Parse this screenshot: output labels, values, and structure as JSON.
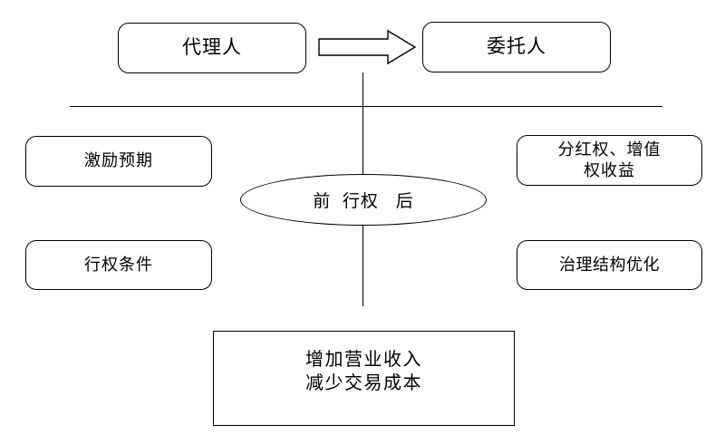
{
  "diagram": {
    "type": "flow-diagram",
    "language": "zh-CN",
    "background_color": "#ffffff",
    "line_color": "#000000",
    "text_color": "#000000",
    "nodes": {
      "agent": {
        "label": "代理人",
        "shape": "rounded-rectangle"
      },
      "principal": {
        "label": "委托人",
        "shape": "rounded-rectangle"
      },
      "incentive_expectation": {
        "label": "激励预期",
        "shape": "rounded-rectangle"
      },
      "dividend_appreciation": {
        "label": "分红权、增值\n权收益",
        "shape": "rounded-rectangle"
      },
      "exercise_conditions": {
        "label": "行权条件",
        "shape": "rounded-rectangle"
      },
      "governance_optimization": {
        "label": "治理结构优化",
        "shape": "rounded-rectangle"
      },
      "timeline_oval": {
        "label": "前  行权   后",
        "shape": "ellipse"
      },
      "outcome": {
        "label": "增加营业收入\n减少交易成本",
        "shape": "rectangle"
      }
    },
    "connectors": {
      "agent_to_principal": {
        "kind": "block-arrow",
        "direction": "right"
      },
      "horizontal_divider": {
        "kind": "line",
        "orientation": "horizontal"
      },
      "vertical_axis_top": {
        "kind": "line",
        "orientation": "vertical"
      },
      "vertical_axis_bottom": {
        "kind": "line",
        "orientation": "vertical"
      }
    }
  }
}
